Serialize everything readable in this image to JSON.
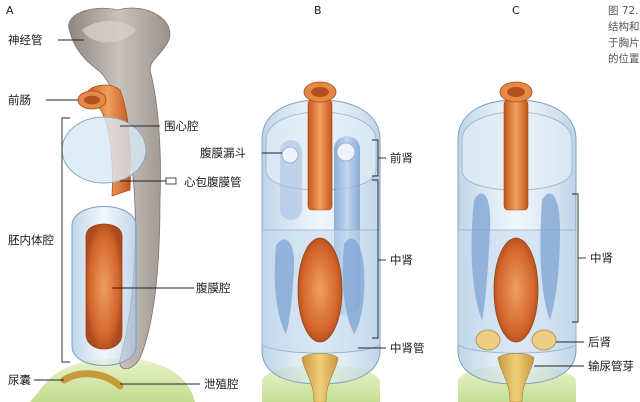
{
  "panels": {
    "a": "A",
    "b": "B",
    "c": "C"
  },
  "caption": [
    "图 72.",
    "结构和",
    "于胸片",
    "的位置"
  ],
  "labels_a": {
    "neural_tube": "神经管",
    "foregut": "前肠",
    "pericardial_cavity": "围心腔",
    "pericardioperitoneal_canal": "心包腹膜管",
    "intraembryonic_coelom": "胚内体腔",
    "peritoneal_cavity": "腹膜腔",
    "allantois": "尿囊",
    "cloaca": "泄殖腔"
  },
  "labels_b": {
    "nephrostome": "腹膜漏斗",
    "pronephros": "前肾",
    "mesonephros": "中肾",
    "mesonephric_duct": "中肾管"
  },
  "labels_c": {
    "mesonephros": "中肾",
    "metanephros": "后肾",
    "ureteric_bud": "输尿管芽"
  },
  "colors": {
    "neural": "#b3aca6",
    "gut": "#e07b2e",
    "coelom": "#bcd3e6",
    "kidney": "#8fb0d8",
    "metanephros": "#e9c77a",
    "yolk": "#c7e08f"
  }
}
